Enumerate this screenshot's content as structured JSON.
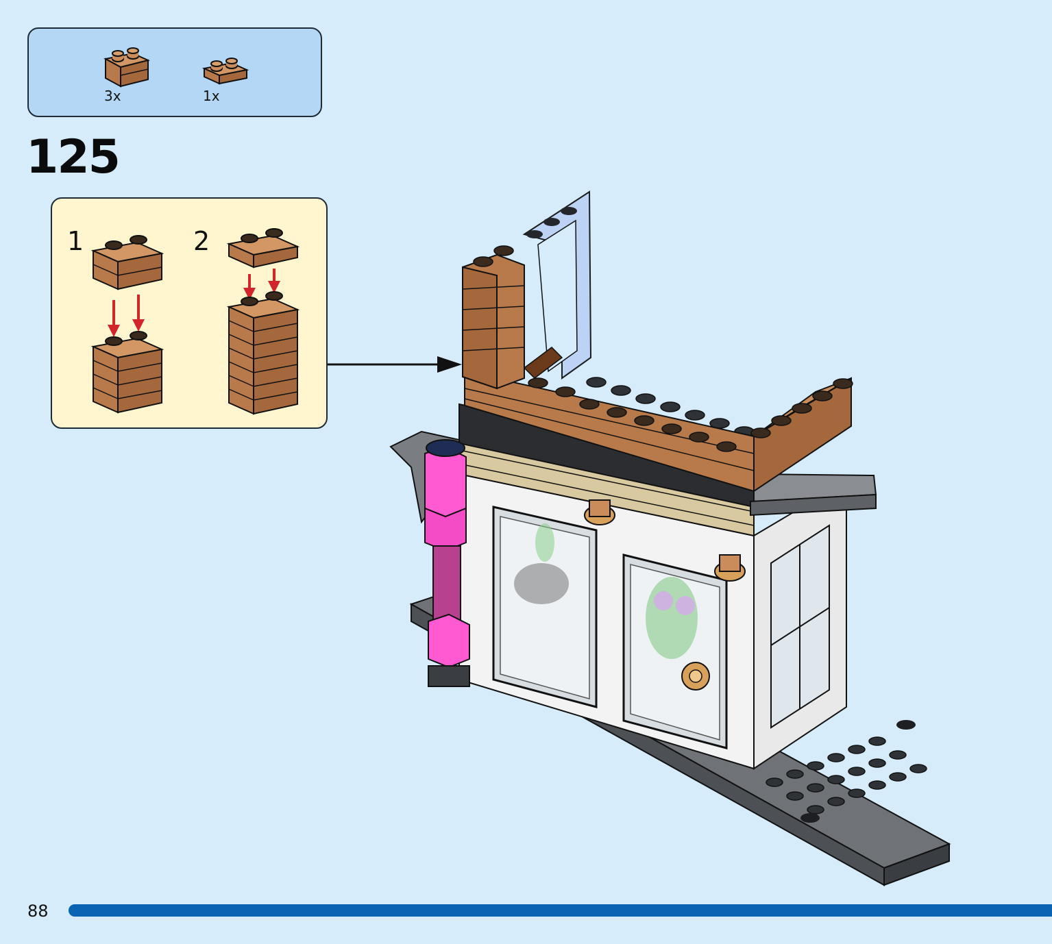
{
  "parts_list": {
    "items": [
      {
        "icon": "brown-brick-1x2-icon",
        "quantity": "3x"
      },
      {
        "icon": "brown-plate-1x2-icon",
        "quantity": "1x"
      }
    ]
  },
  "step": {
    "number": "125"
  },
  "sub_steps": [
    {
      "number": "1"
    },
    {
      "number": "2"
    }
  ],
  "footer": {
    "page_number": "88"
  },
  "colors": {
    "background": "#d6ecfb",
    "parts_box": "#b3d7f4",
    "sub_box": "#fff5cf",
    "brick_brown": "#b87a4b",
    "arrow_red": "#d3262b",
    "page_bar": "#0a63b3"
  }
}
